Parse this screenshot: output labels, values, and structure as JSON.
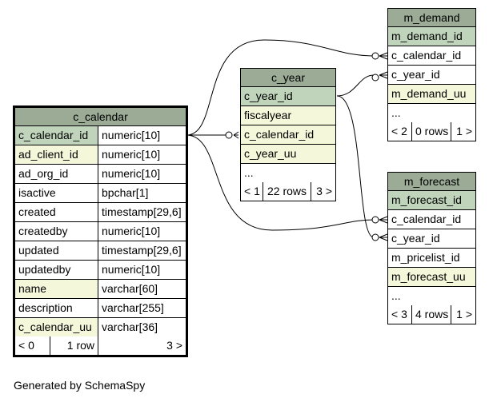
{
  "tables": {
    "c_calendar": {
      "name": "c_calendar",
      "rows": [
        {
          "column": "c_calendar_id",
          "type": "numeric[10]",
          "kind": "pk"
        },
        {
          "column": "ad_client_id",
          "type": "numeric[10]",
          "kind": "fk"
        },
        {
          "column": "ad_org_id",
          "type": "numeric[10]",
          "kind": "plain"
        },
        {
          "column": "isactive",
          "type": "bpchar[1]",
          "kind": "plain"
        },
        {
          "column": "created",
          "type": "timestamp[29,6]",
          "kind": "plain"
        },
        {
          "column": "createdby",
          "type": "numeric[10]",
          "kind": "plain"
        },
        {
          "column": "updated",
          "type": "timestamp[29,6]",
          "kind": "plain"
        },
        {
          "column": "updatedby",
          "type": "numeric[10]",
          "kind": "plain"
        },
        {
          "column": "name",
          "type": "varchar[60]",
          "kind": "fk"
        },
        {
          "column": "description",
          "type": "varchar[255]",
          "kind": "plain"
        },
        {
          "column": "c_calendar_uu",
          "type": "varchar[36]",
          "kind": "fk"
        }
      ],
      "footer": {
        "parents": "< 0",
        "rows": "1 row",
        "children": "3 >"
      }
    },
    "c_year": {
      "name": "c_year",
      "rows": [
        {
          "column": "c_year_id",
          "kind": "pk"
        },
        {
          "column": "fiscalyear",
          "kind": "fk"
        },
        {
          "column": "c_calendar_id",
          "kind": "fk"
        },
        {
          "column": "c_year_uu",
          "kind": "fk"
        },
        {
          "column": "...",
          "kind": "plain"
        }
      ],
      "footer": {
        "parents": "< 1",
        "rows": "22 rows",
        "children": "3 >"
      }
    },
    "m_demand": {
      "name": "m_demand",
      "rows": [
        {
          "column": "m_demand_id",
          "kind": "pk"
        },
        {
          "column": "c_calendar_id",
          "kind": "plain"
        },
        {
          "column": "c_year_id",
          "kind": "plain"
        },
        {
          "column": "m_demand_uu",
          "kind": "fk"
        },
        {
          "column": "...",
          "kind": "plain"
        }
      ],
      "footer": {
        "parents": "< 2",
        "rows": "0 rows",
        "children": "1 >"
      }
    },
    "m_forecast": {
      "name": "m_forecast",
      "rows": [
        {
          "column": "m_forecast_id",
          "kind": "pk"
        },
        {
          "column": "c_calendar_id",
          "kind": "plain"
        },
        {
          "column": "c_year_id",
          "kind": "plain"
        },
        {
          "column": "m_pricelist_id",
          "kind": "plain"
        },
        {
          "column": "m_forecast_uu",
          "kind": "fk"
        },
        {
          "column": "...",
          "kind": "plain"
        }
      ],
      "footer": {
        "parents": "< 3",
        "rows": "4 rows",
        "children": "1 >"
      }
    }
  },
  "colors": {
    "header": "#9bab96",
    "primary_key": "#bfd4bb",
    "highlighted_column": "#f4f7da"
  },
  "generated_by": "Generated by SchemaSpy"
}
